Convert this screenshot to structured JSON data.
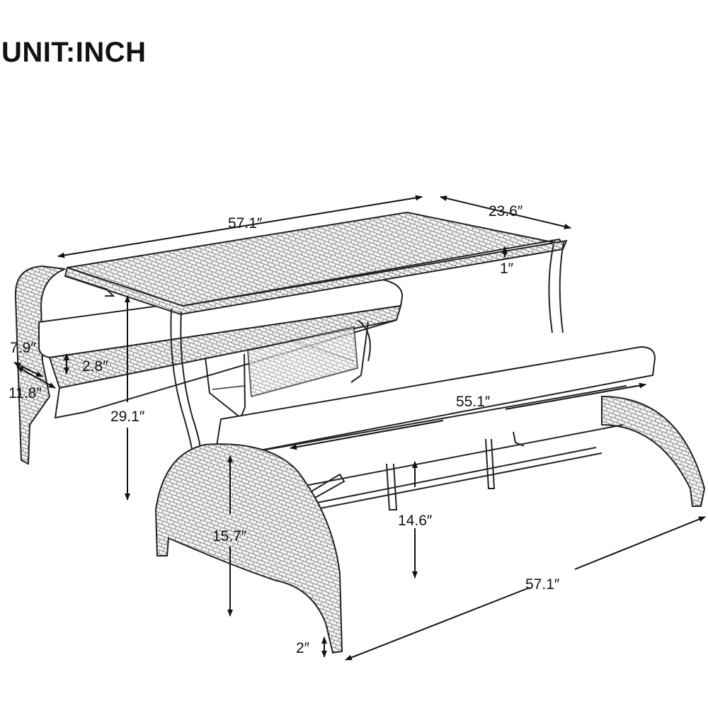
{
  "title": "UNIT:INCH",
  "dimensions": {
    "table_length": "57.1″",
    "table_width": "23.6″",
    "table_top_thickness": "1″",
    "table_height": "29.1″",
    "backrest_depth": "7.9″",
    "armrest_height": "2.8″",
    "armrest_depth": "11.8″",
    "bench_cushion_length": "55.1″",
    "bench_leg_height": "14.6″",
    "bench_end_height": "15.7″",
    "bench_length": "57.1″",
    "foot_height": "2″"
  }
}
